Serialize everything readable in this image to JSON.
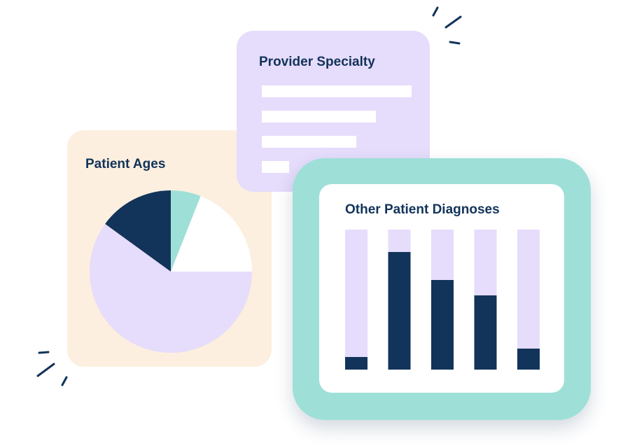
{
  "colors": {
    "navy": "#12335a",
    "lavender": "#e6dcfb",
    "mint": "#9ee0d8",
    "cream": "#fcefdf",
    "white": "#ffffff"
  },
  "cards": {
    "patient_ages": {
      "title": "Patient Ages"
    },
    "provider_specialty": {
      "title": "Provider Specialty"
    },
    "other_patient_diagnoses": {
      "title": "Other Patient Diagnoses"
    }
  },
  "chart_data": [
    {
      "type": "pie",
      "title": "Patient Ages",
      "slices": [
        {
          "value": 6,
          "color": "#9ee0d8"
        },
        {
          "value": 19,
          "color": "#ffffff"
        },
        {
          "value": 60,
          "color": "#e6dcfb"
        },
        {
          "value": 15,
          "color": "#12335a"
        }
      ]
    },
    {
      "type": "bar",
      "title": "Provider Specialty",
      "orientation": "horizontal",
      "values": [
        100,
        76,
        63,
        18
      ],
      "ylim": [
        0,
        100
      ]
    },
    {
      "type": "bar",
      "title": "Other Patient Diagnoses",
      "stacked": true,
      "series": [
        {
          "values": [
            9,
            84,
            64,
            53,
            15
          ],
          "color": "#12335a"
        },
        {
          "values": [
            91,
            16,
            36,
            47,
            85
          ],
          "color": "#e6dcfb"
        }
      ],
      "ylim": [
        0,
        100
      ],
      "grid": false
    }
  ]
}
